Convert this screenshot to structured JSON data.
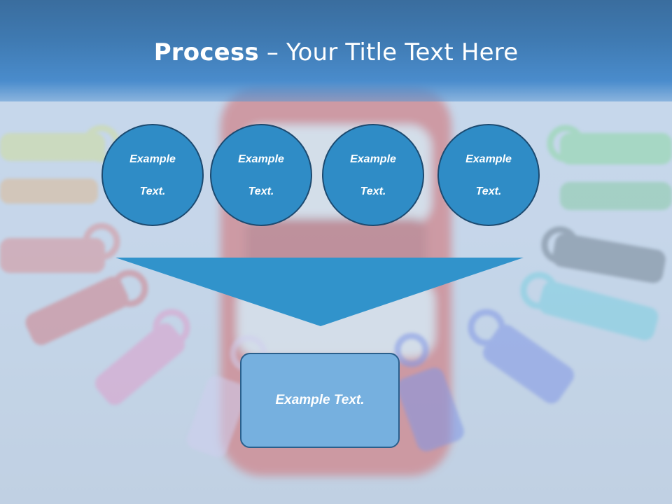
{
  "title": {
    "bold": "Process",
    "rest": " – Your Title Text Here"
  },
  "circles": [
    {
      "line1": "Example",
      "line2": "Text."
    },
    {
      "line1": "Example",
      "line2": "Text."
    },
    {
      "line1": "Example",
      "line2": "Text."
    },
    {
      "line1": "Example",
      "line2": "Text."
    }
  ],
  "result_box": {
    "label": "Example Text."
  },
  "colors": {
    "header": "#3f7ab2",
    "circle_fill": "#2f8cc6",
    "circle_border": "#1c4a70",
    "funnel_fill": "#3193cb",
    "box_fill": "#76b0df"
  },
  "background": {
    "image": "blurred-braces-and-colored-orthodontic-ligatures-photo"
  }
}
